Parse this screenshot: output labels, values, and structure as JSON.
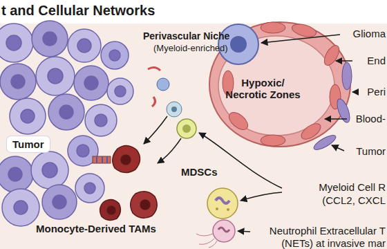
{
  "diagram": {
    "title": "t and Cellular Networks",
    "nodes": [
      {
        "text": [
          "Tumor"
        ]
      },
      {
        "text": [
          "Hypoxic/ Necrotic Zones"
        ]
      }
    ],
    "labels": [
      "Perivascular Niche",
      "(Myeloid-enriched)",
      "Glioma",
      "End",
      "Peri",
      "Blood-",
      "Tumor",
      "Myeloid Cell R",
      "(CCL2, CXCL",
      "MDSCs",
      "Neutrophil Extracellular T",
      "(NETs) at invasive mar",
      "Monocyte-Derived TAMs"
    ]
  }
}
